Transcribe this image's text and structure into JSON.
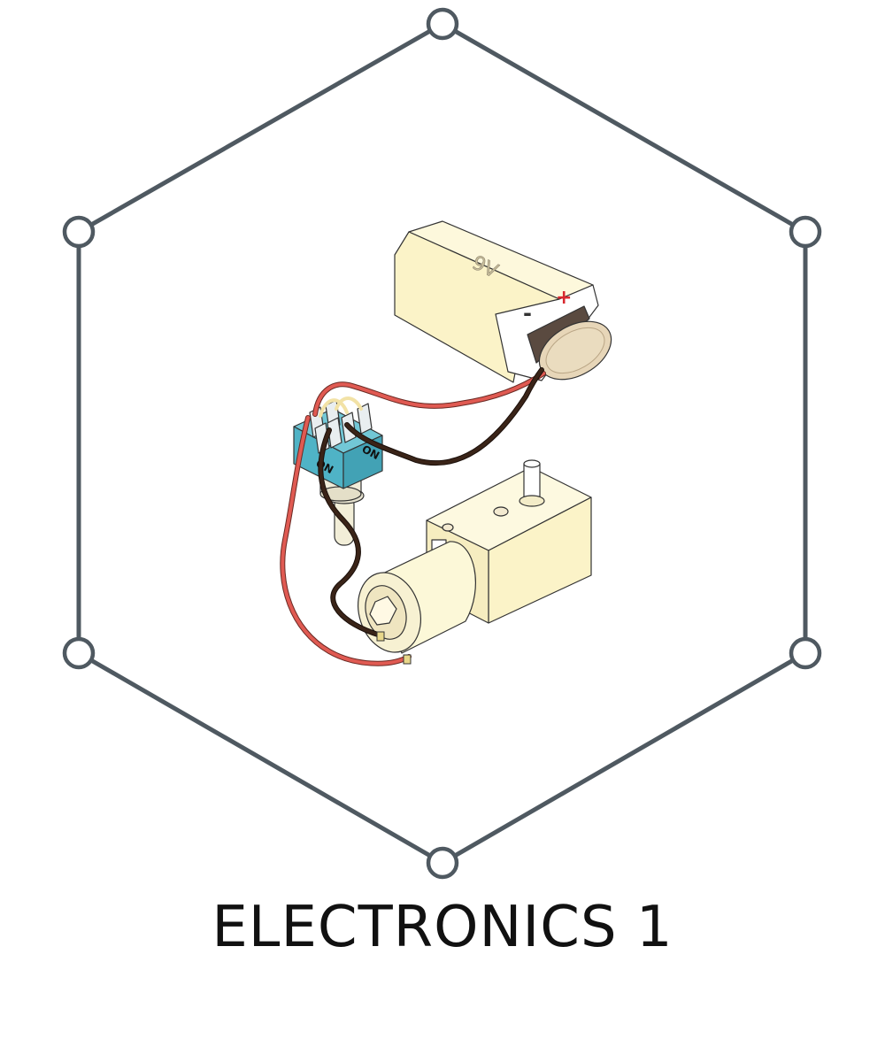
{
  "title": "ELECTRONICS 1",
  "battery": {
    "voltage_label": "9V",
    "minus_label": "-",
    "plus_label": "+"
  },
  "switch": {
    "on_label_left": "ON",
    "on_label_right": "ON"
  },
  "colors": {
    "frame": "#4f5961",
    "wire_red": "#e05a52",
    "wire_black": "#2c1a12",
    "battery_body": "#fbf5d2",
    "motor_body": "#fcf8d8",
    "switch_body": "#4fb3c6",
    "plus_red": "#d8282e"
  },
  "icons": [
    "hexagon-frame",
    "battery-9v-icon",
    "toggle-switch-icon",
    "gear-motor-icon"
  ]
}
